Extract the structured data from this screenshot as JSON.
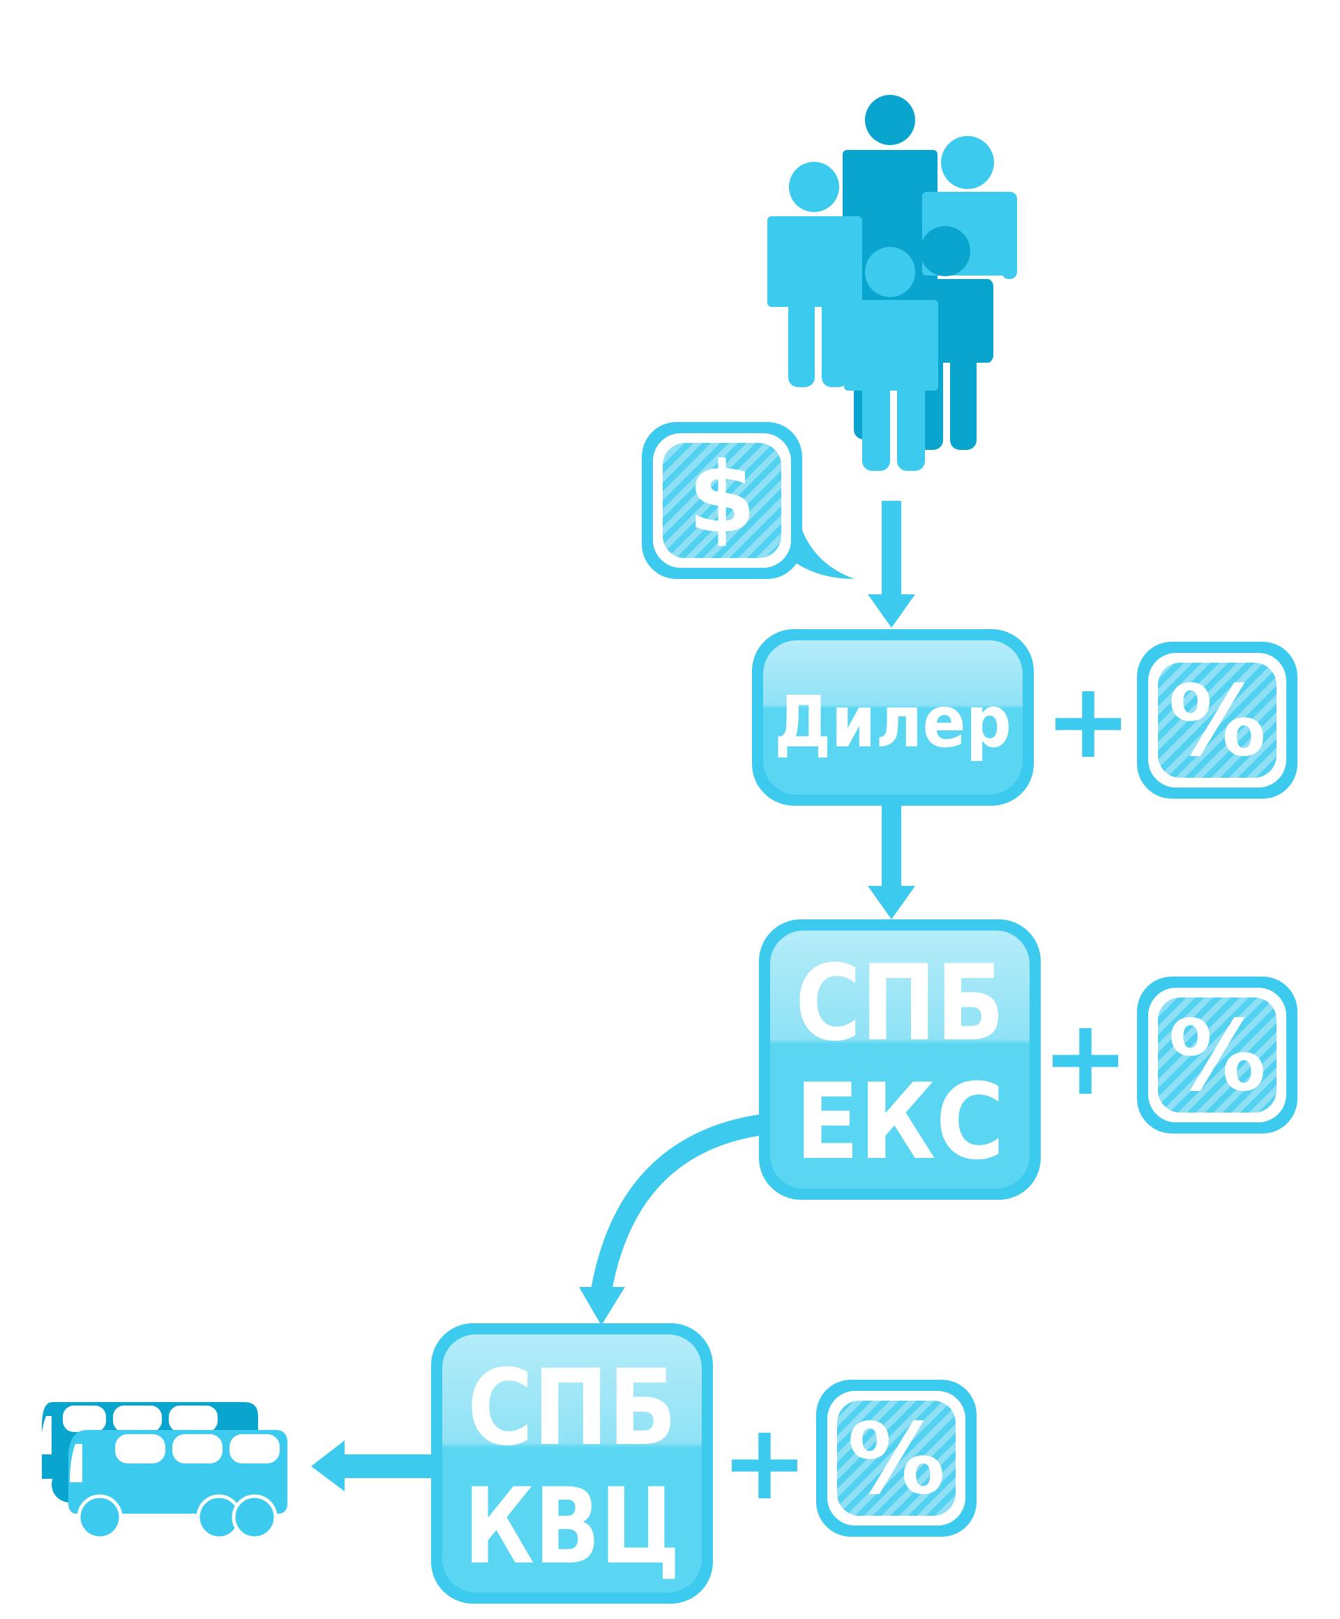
{
  "colors": {
    "primary": "#3ccaef",
    "dark": "#0aa5cf",
    "box_fill": "#5ad6f2",
    "box_highlight": "#b5ecf9",
    "white": "#ffffff"
  },
  "icons": {
    "people": "people-group-icon",
    "money": "dollar-speech-bubble-icon",
    "percent": "percent-badge-icon",
    "bus": "bus-group-icon"
  },
  "money_symbol": "$",
  "plus_sign": "+",
  "percent_symbol": "%",
  "nodes": {
    "dealer": {
      "line1": "Дилер"
    },
    "spb_eks": {
      "line1": "СПБ",
      "line2": "ЕКС"
    },
    "spb_kvc": {
      "line1": "СПБ",
      "line2": "КВЦ"
    }
  }
}
